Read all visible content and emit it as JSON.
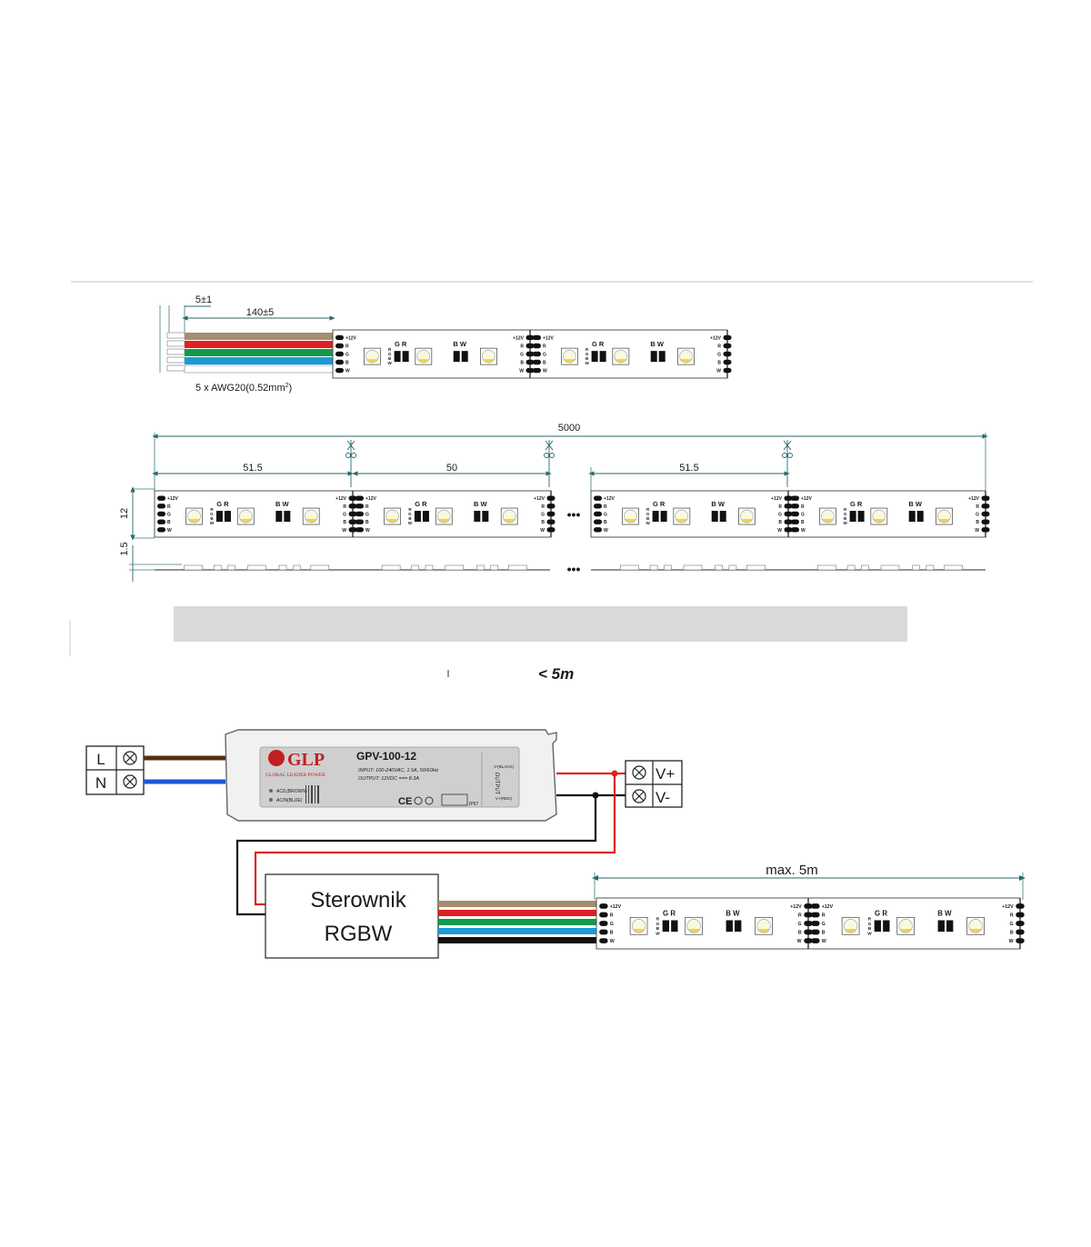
{
  "strip_detail": {
    "dim_pitch": "5±1",
    "dim_lead_length": "140±5",
    "wire_spec_prefix": "5 x AWG20(0.52mm",
    "wire_spec_sup": "2",
    "wire_spec_suffix": ")",
    "wire_colors": [
      "#a58c6d",
      "#e02020",
      "#109a4a",
      "#1a9ad8",
      "#ffffff"
    ]
  },
  "pad_labels": [
    "+12V",
    "R",
    "G",
    "B",
    "W"
  ],
  "chip_labels": {
    "gr": "G R",
    "bw": "B W",
    "rgbw_vertical": "RGBW"
  },
  "strip_dimensions": {
    "total_length": "5000",
    "segment_first": "51.5",
    "segment_middle": "50",
    "segment_last": "51.5",
    "width": "12",
    "thickness": "1.5",
    "ellipsis": "•••"
  },
  "distance_label": "< 5m",
  "mains": {
    "L": "L",
    "N": "N"
  },
  "psu": {
    "brand": "GLP",
    "brand_sub": "GLOBAL LEADER POWER",
    "model": "GPV-100-12",
    "input": "INPUT: 100-240VAC, 1.5A, 50/60Hz",
    "output": "OUTPUT: 12VDC === 8.3A",
    "ac_l": "AC/L(BROWN)",
    "ac_n": "AC/N(BLUE)",
    "output_side": "OUTPUT",
    "v_neg": "V-(BLACK)",
    "v_pos": "V+(RED)",
    "ip": "IP67"
  },
  "output_terminals": {
    "vplus": "V+",
    "vminus": "V-"
  },
  "controller": {
    "line1": "Sterownik",
    "line2": "RGBW"
  },
  "max_length_label": "max. 5m"
}
